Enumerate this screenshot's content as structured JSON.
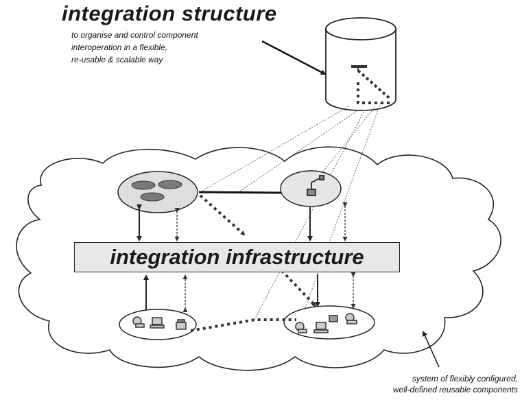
{
  "structure": {
    "title": "integration structure",
    "subtitle_lines": [
      "to organise and control component",
      "interoperation in a flexible,",
      "re-usable & scalable way"
    ]
  },
  "infrastructure": {
    "label": "integration infrastructure"
  },
  "caption": {
    "lines": [
      "system of flexibly configured,",
      "well-defined reusable components"
    ]
  },
  "colors": {
    "line": "#222222",
    "dotted": "#333333",
    "fill_light": "#e8e8e8",
    "fill_oval": "#d8d8d8",
    "ellipse_gray": "#7a7a7a"
  }
}
